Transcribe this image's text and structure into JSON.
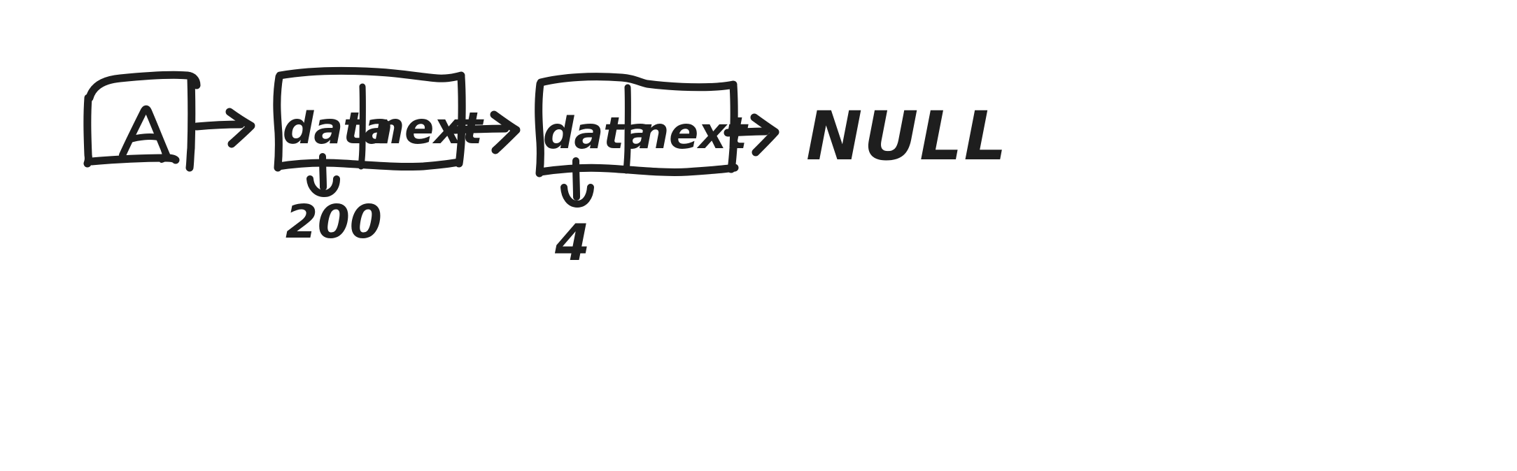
{
  "diagram": {
    "type": "linked-list",
    "title": "Hand-drawn singly linked list diagram",
    "ink_color": "#1e1e1e",
    "background_color": "#ffffff",
    "head_pointer": {
      "label": "A"
    },
    "nodes": [
      {
        "id": "node-1",
        "data_cell_label": "data",
        "next_cell_label": "next",
        "data_value": "200"
      },
      {
        "id": "node-2",
        "data_cell_label": "data",
        "next_cell_label": "next",
        "data_value": "4"
      }
    ],
    "terminator": {
      "label": "NULL"
    },
    "connectors": [
      {
        "id": "arrow-head-to-node1",
        "from": "A",
        "to": "node-1"
      },
      {
        "id": "arrow-node1-to-node2",
        "from": "node-1",
        "to": "node-2"
      },
      {
        "id": "arrow-node2-to-null",
        "from": "node-2",
        "to": "NULL"
      },
      {
        "id": "arrow-node1-data-to-value",
        "from": "node-1.data",
        "to": "200"
      },
      {
        "id": "arrow-node2-data-to-value",
        "from": "node-2.data",
        "to": "4"
      }
    ]
  }
}
